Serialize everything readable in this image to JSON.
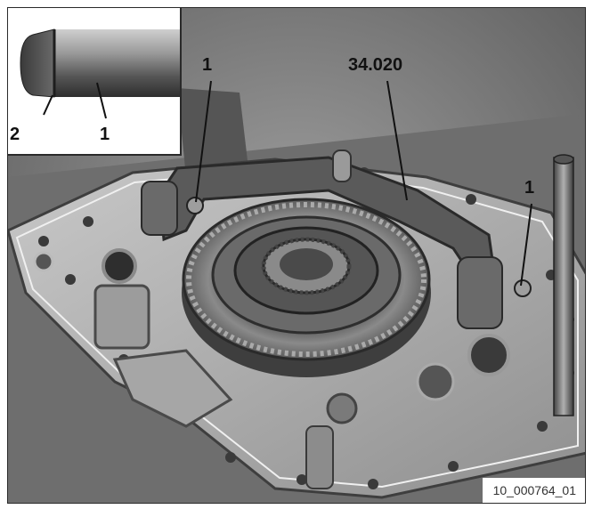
{
  "figure": {
    "caption": "10_000764_01",
    "labels": {
      "inset_left": "2",
      "inset_right": "1",
      "left_callout": "1",
      "top_callout": "34.020",
      "right_callout": "1"
    }
  }
}
